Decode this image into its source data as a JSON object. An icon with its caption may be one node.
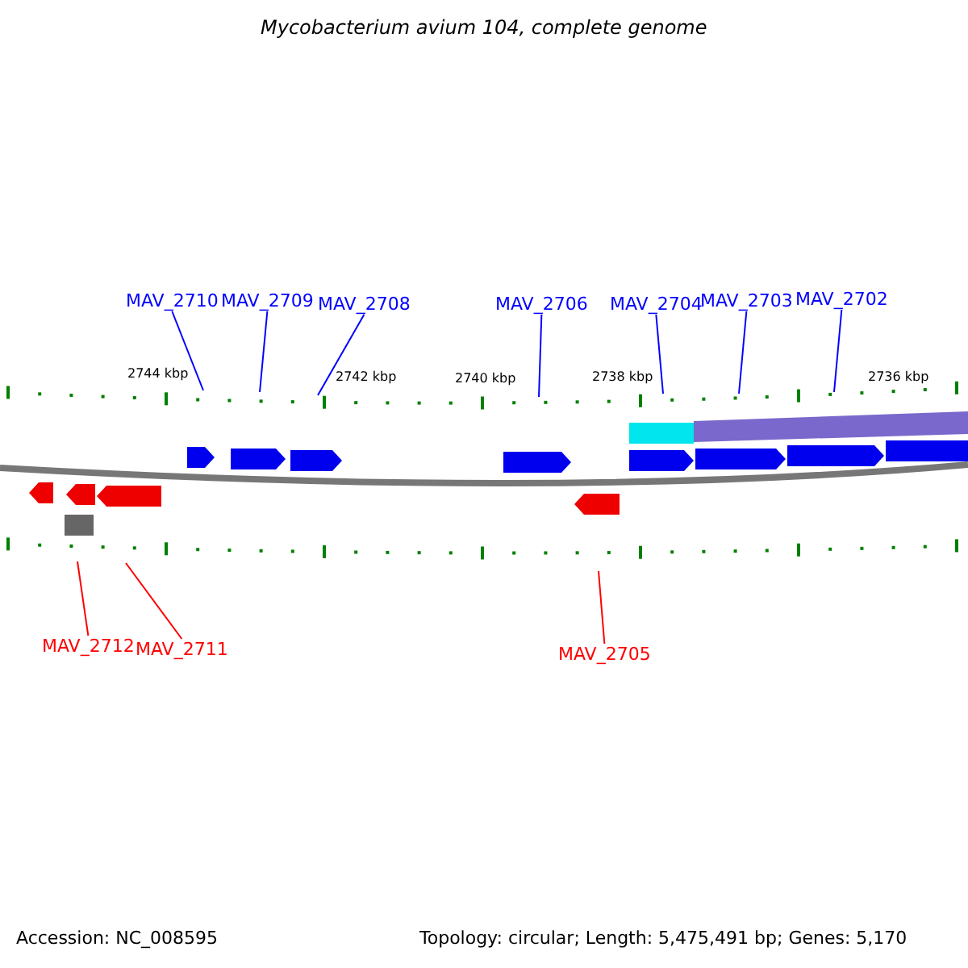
{
  "diagram": {
    "title": "Mycobacterium avium 104, complete genome",
    "nodes": [
      {
        "text": [
          "MAV_2710"
        ]
      },
      {
        "text": [
          "MAV_2709"
        ]
      },
      {
        "text": [
          "MAV_2708"
        ]
      },
      {
        "text": [
          "MAV_2706"
        ]
      },
      {
        "text": [
          "MAV_2704"
        ]
      },
      {
        "text": [
          "MAV_2703"
        ]
      },
      {
        "text": [
          "MAV_2702"
        ]
      },
      {
        "text": [
          "MAV_2712"
        ]
      },
      {
        "text": [
          "MAV_2711"
        ]
      },
      {
        "text": [
          "MAV_2705"
        ]
      }
    ],
    "edges": [
      {
        "from": 0,
        "to": null,
        "arrow": "none"
      },
      {
        "from": 1,
        "to": null,
        "arrow": "none"
      },
      {
        "from": 2,
        "to": null,
        "arrow": "none"
      },
      {
        "from": 3,
        "to": null,
        "arrow": "none"
      },
      {
        "from": 4,
        "to": null,
        "arrow": "none"
      },
      {
        "from": 5,
        "to": null,
        "arrow": "none"
      },
      {
        "from": 6,
        "to": null,
        "arrow": "none"
      },
      {
        "from": 7,
        "to": null,
        "arrow": "none",
        "color": "#ff0000"
      },
      {
        "from": 8,
        "to": null,
        "arrow": "none",
        "color": "#ff0000"
      },
      {
        "from": 9,
        "to": null,
        "arrow": "none",
        "color": "#ff0000"
      }
    ],
    "labels": [
      "2744 kbp",
      "2742 kbp",
      "2740 kbp",
      "2738 kbp",
      "2736 kbp",
      "Accession: NC_008595",
      "Topology: circular; Length: 5,475,491 bp; Genes: 5,170"
    ]
  }
}
